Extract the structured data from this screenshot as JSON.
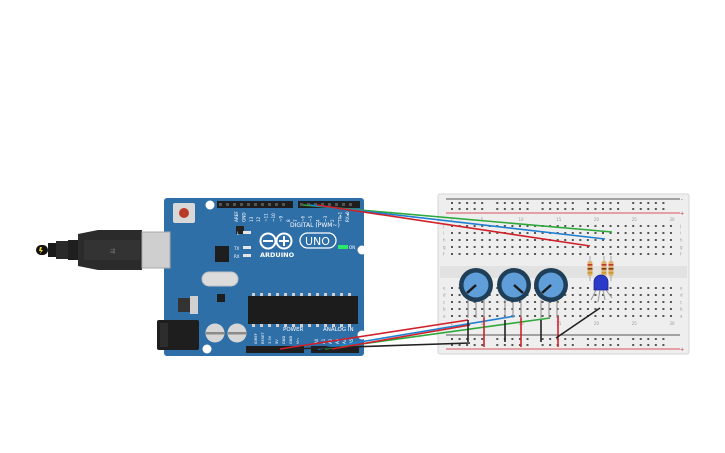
{
  "arduino": {
    "brand": "ARDUINO",
    "model": "UNO",
    "on_label": "ON",
    "tx_label": "TX",
    "rx_label": "RX",
    "l_label": "L",
    "digital_header": "DIGITAL (PWM~)",
    "power_header": "POWER",
    "analog_header": "ANALOG IN",
    "digital_pins": [
      "AREF",
      "GND",
      "13",
      "12",
      "~11",
      "~10",
      "~9",
      "8",
      "7",
      "~6",
      "~5",
      "4",
      "~3",
      "2",
      "TX▸1",
      "RX◂0"
    ],
    "power_pins": [
      "IOREF",
      "RESET",
      "3.3V",
      "5V",
      "GND",
      "GND",
      "Vin"
    ],
    "analog_pins": [
      "A0",
      "A1",
      "A2",
      "A3",
      "A4",
      "A5"
    ]
  },
  "breadboard": {
    "row_letters_top": [
      "j",
      "i",
      "h",
      "g",
      "f"
    ],
    "row_letters_bottom": [
      "e",
      "d",
      "c",
      "b",
      "a"
    ],
    "columns": [
      "1",
      "5",
      "10",
      "15",
      "20",
      "25",
      "30"
    ],
    "rail_plus": "+",
    "rail_minus": "-"
  },
  "components": {
    "potentiometers": [
      "pot-1",
      "pot-2",
      "pot-3"
    ],
    "led_color": "#2a39c7",
    "resistor_count": 3
  },
  "colors": {
    "board": "#2f6fa8",
    "board_dark": "#245a8c",
    "wire_red": "#d0202a",
    "wire_green": "#2ea83a",
    "wire_blue": "#1f7fd0",
    "wire_black": "#222222",
    "breadboard": "#eeeeee"
  }
}
